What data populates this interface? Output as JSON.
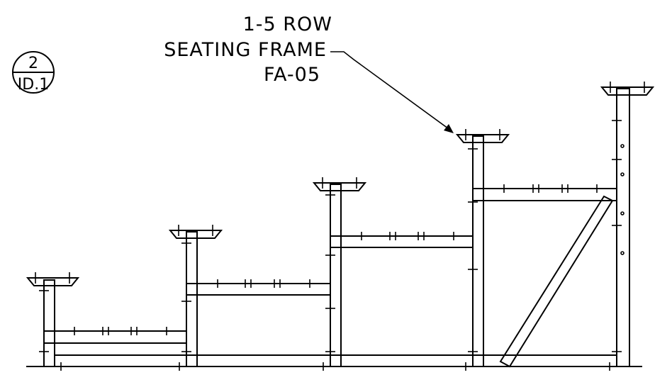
{
  "callout": {
    "line1": "1-5 ROW",
    "line2": "SEATING FRAME",
    "line3": "FA-05"
  },
  "detail_bubble": {
    "number": "2",
    "sheet": "ID.1"
  }
}
